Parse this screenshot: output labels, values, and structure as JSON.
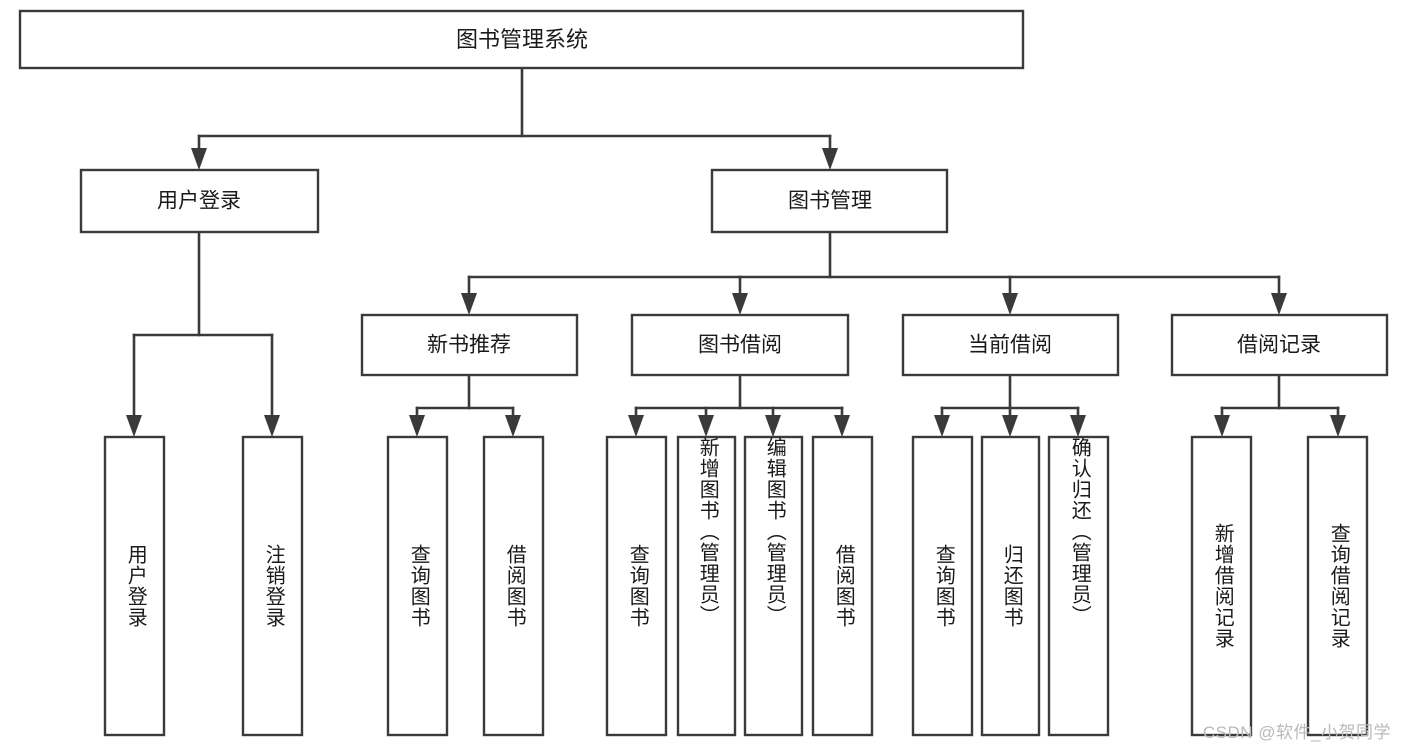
{
  "diagram": {
    "title": "图书管理系统",
    "type": "hierarchical-tree",
    "watermark": "CSDN @软件_小贺同学",
    "colors": {
      "stroke": "#3a3a3a",
      "fill": "#ffffff",
      "text": "#1a1a1a",
      "watermark": "#b9b9b9"
    },
    "levels": {
      "root": {
        "label": "图书管理系统"
      },
      "level2": [
        {
          "id": "user-login",
          "label": "用户登录"
        },
        {
          "id": "book-management",
          "label": "图书管理"
        }
      ],
      "level3": [
        {
          "id": "new-book-recommend",
          "label": "新书推荐",
          "parent": "book-management"
        },
        {
          "id": "book-borrow",
          "label": "图书借阅",
          "parent": "book-management"
        },
        {
          "id": "current-borrow",
          "label": "当前借阅",
          "parent": "book-management"
        },
        {
          "id": "borrow-record",
          "label": "借阅记录",
          "parent": "book-management"
        }
      ],
      "leaves": [
        {
          "id": "leaf-user-login",
          "label": "用户登录",
          "parent": "user-login"
        },
        {
          "id": "leaf-logout-login",
          "label": "注销登录",
          "parent": "user-login"
        },
        {
          "id": "leaf-query-book-1",
          "label": "查询图书",
          "parent": "new-book-recommend"
        },
        {
          "id": "leaf-borrow-book-1",
          "label": "借阅图书",
          "parent": "new-book-recommend"
        },
        {
          "id": "leaf-query-book-2",
          "label": "查询图书",
          "parent": "book-borrow"
        },
        {
          "id": "leaf-add-book",
          "label": "新增图书（管理员）",
          "parent": "book-borrow"
        },
        {
          "id": "leaf-edit-book",
          "label": "编辑图书（管理员）",
          "parent": "book-borrow"
        },
        {
          "id": "leaf-borrow-book-2",
          "label": "借阅图书",
          "parent": "book-borrow"
        },
        {
          "id": "leaf-query-book-3",
          "label": "查询图书",
          "parent": "current-borrow"
        },
        {
          "id": "leaf-return-book",
          "label": "归还图书",
          "parent": "current-borrow"
        },
        {
          "id": "leaf-confirm-return",
          "label": "确认归还（管理员）",
          "parent": "current-borrow"
        },
        {
          "id": "leaf-add-record",
          "label": "新增借阅记录",
          "parent": "borrow-record"
        },
        {
          "id": "leaf-query-record",
          "label": "查询借阅记录",
          "parent": "borrow-record"
        }
      ]
    }
  }
}
